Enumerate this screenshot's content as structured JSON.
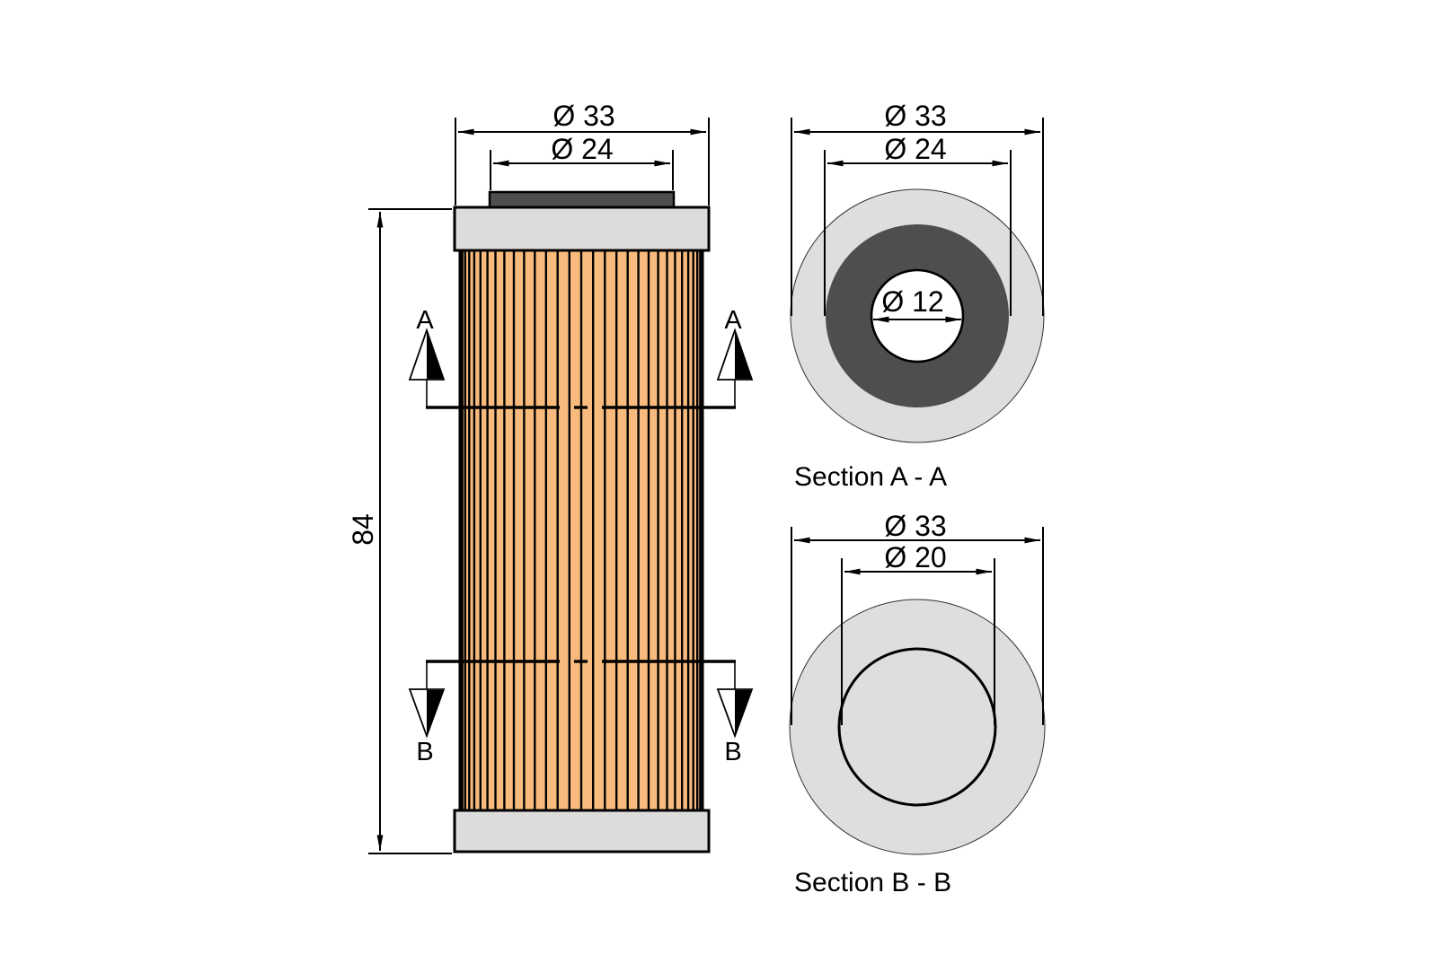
{
  "drawing": {
    "front_view": {
      "dim_outer_diameter": "Ø 33",
      "dim_seal_diameter": "Ø 24",
      "dim_height": "84",
      "cut_label_a": "A",
      "cut_label_b": "B"
    },
    "section_a": {
      "title": "Section A - A",
      "dim_outer_diameter": "Ø 33",
      "dim_ring_diameter": "Ø 24",
      "dim_hole_diameter": "Ø 12"
    },
    "section_b": {
      "title": "Section B - B",
      "dim_outer_diameter": "Ø 33",
      "dim_inner_diameter": "Ø 20"
    },
    "pleats": {
      "count": 33
    },
    "colors": {
      "filter_media": "#F9BB7D",
      "end_cap": "#DCDCDC",
      "seal": "#4E4E4E",
      "section_body": "#DEDEDE",
      "section_ring": "#4E4E4E",
      "hole": "#FFFFFF",
      "line": "#000000",
      "background": "#FFFFFF"
    }
  }
}
